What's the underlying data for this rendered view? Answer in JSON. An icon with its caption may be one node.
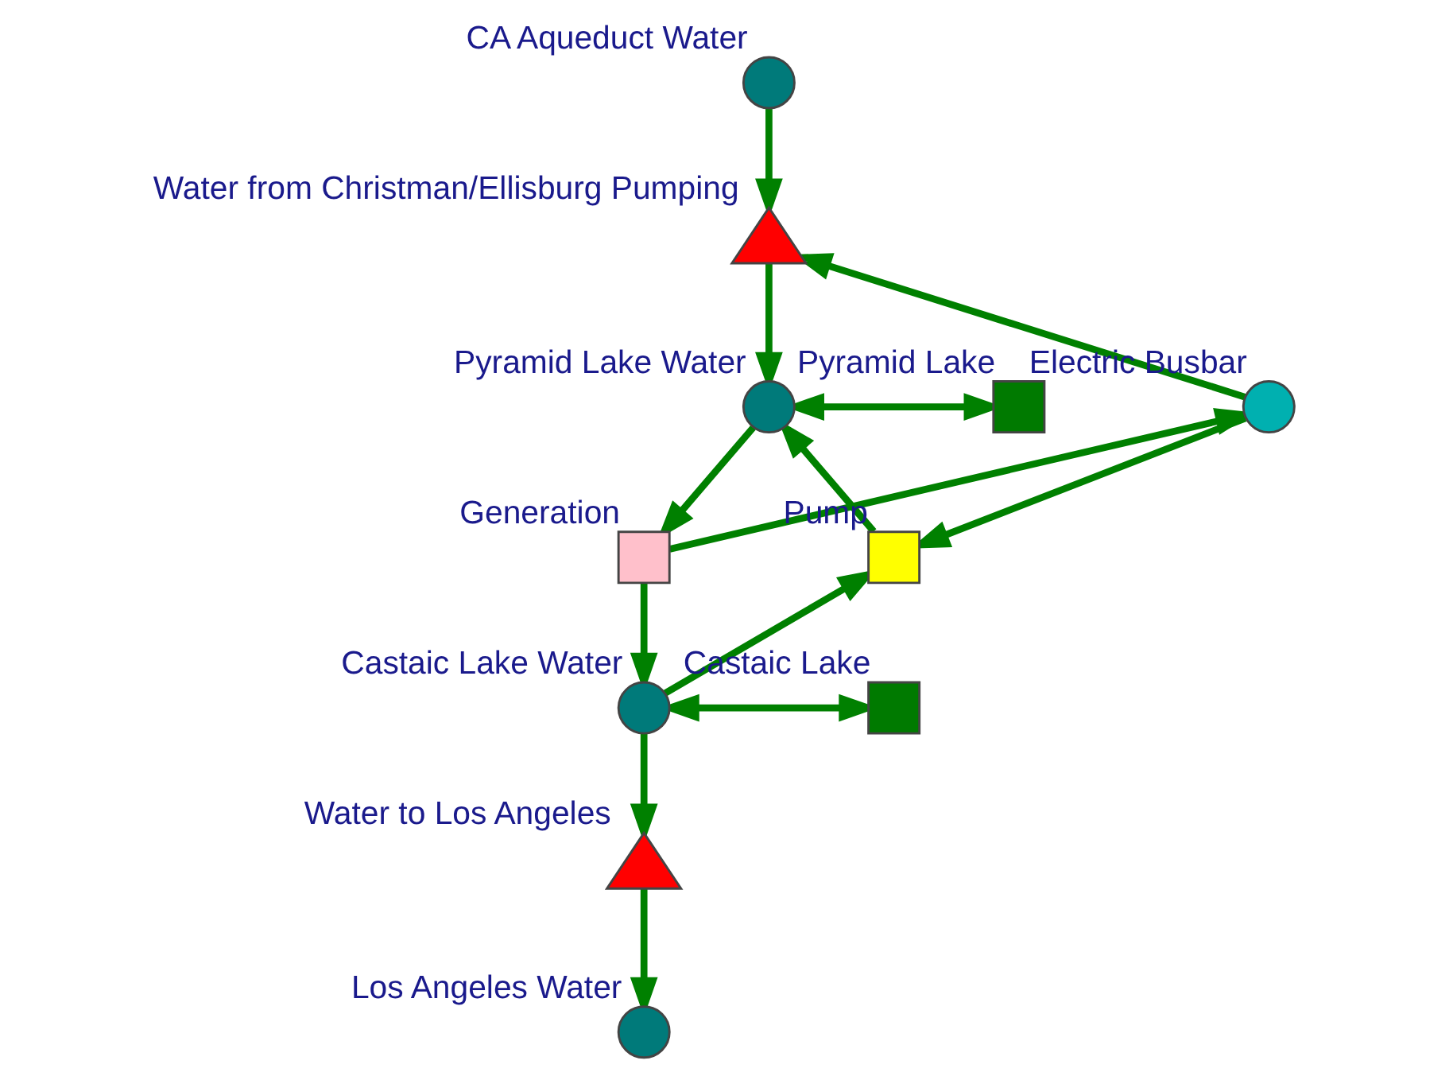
{
  "diagram": {
    "nodes": [
      {
        "text": [
          "CA Aqueduct Water"
        ]
      },
      {
        "text": [
          "Water from Christman/Ellisburg Pumping"
        ]
      },
      {
        "text": [
          "Pyramid Lake"
        ]
      },
      {
        "text": [
          "Pyramid Lake Water"
        ]
      },
      {
        "text": [
          "Electric Busbar"
        ]
      },
      {
        "text": [
          "Pump"
        ]
      },
      {
        "text": [
          "Generation"
        ]
      },
      {
        "text": [
          "Castaic Lake"
        ]
      },
      {
        "text": [
          "Castaic Lake Water"
        ]
      },
      {
        "text": [
          "Water to Los Angeles"
        ]
      },
      {
        "text": [
          "Los Angeles Water"
        ]
      }
    ],
    "edges": [
      {
        "from": 0,
        "to": 1,
        "arrow": "to"
      },
      {
        "from": 1,
        "to": 3,
        "arrow": "to"
      },
      {
        "from": 4,
        "to": 1,
        "arrow": "to"
      },
      {
        "from": 3,
        "to": 2,
        "arrow": "both"
      },
      {
        "from": 5,
        "to": 3,
        "arrow": "to"
      },
      {
        "from": 3,
        "to": 6,
        "arrow": "to"
      },
      {
        "from": 4,
        "to": 5,
        "arrow": "to"
      },
      {
        "from": 6,
        "to": 4,
        "arrow": "to"
      },
      {
        "from": 8,
        "to": 5,
        "arrow": "to"
      },
      {
        "from": 6,
        "to": 8,
        "arrow": "to"
      },
      {
        "from": 8,
        "to": 7,
        "arrow": "both"
      },
      {
        "from": 8,
        "to": 9,
        "arrow": "to"
      },
      {
        "from": 9,
        "to": 10,
        "arrow": "to"
      }
    ]
  }
}
